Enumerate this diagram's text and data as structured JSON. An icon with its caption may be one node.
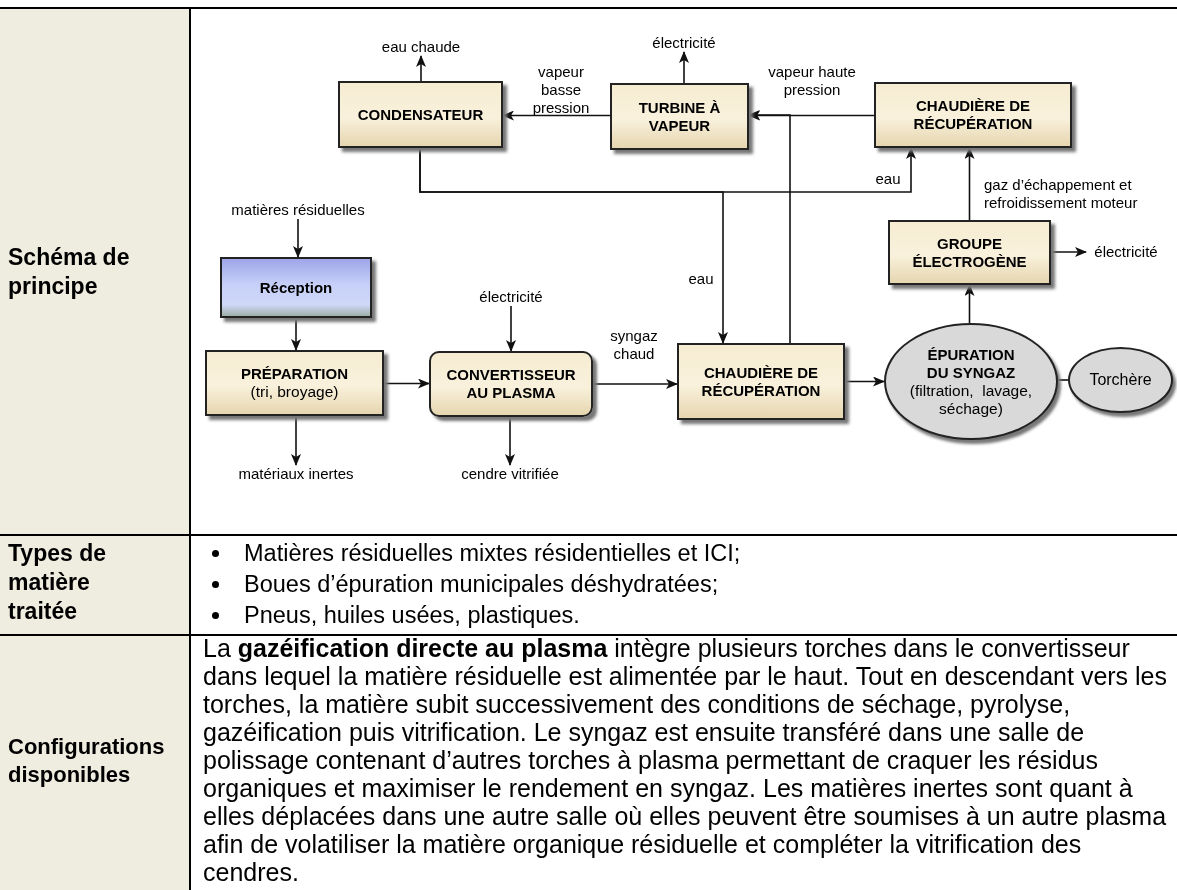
{
  "diagram": {
    "nodes": [
      {
        "text": [
          "CONDENSATEUR"
        ]
      },
      {
        "text": [
          "TURBINE À VAPEUR"
        ]
      },
      {
        "text": [
          "CHAUDIÈRE DE RÉCUPÉRATION"
        ]
      },
      {
        "text": [
          "GROUPE ÉLECTROGÈNE"
        ]
      },
      {
        "text": [
          "Réception"
        ]
      },
      {
        "text": [
          "PRÉPARATION",
          "(tri, broyage)"
        ]
      },
      {
        "text": [
          "CONVERTISSEUR AU PLASMA"
        ]
      },
      {
        "text": [
          "CHAUDIÈRE DE RÉCUPÉRATION"
        ]
      },
      {
        "text": [
          "ÉPURATION DU SYNGAZ",
          "(filtration,  lavage, séchage)"
        ]
      },
      {
        "text": [
          "Torchère"
        ]
      },
      {
        "text": [
          "eau chaude"
        ]
      },
      {
        "text": [
          "électricité"
        ]
      },
      {
        "text": [
          "matières résiduelles"
        ]
      },
      {
        "text": [
          "électricité"
        ]
      },
      {
        "text": [
          "matériaux inertes"
        ]
      },
      {
        "text": [
          "cendre vitrifiée"
        ]
      },
      {
        "text": [
          "électricité"
        ]
      }
    ],
    "edges": [
      {
        "from": 0,
        "to": 10,
        "arrow": "to"
      },
      {
        "from": 1,
        "to": 11,
        "arrow": "to"
      },
      {
        "from": 1,
        "to": 0,
        "arrow": "to",
        "label": "vapeur basse pression"
      },
      {
        "from": 2,
        "to": 1,
        "arrow": "to",
        "label": "vapeur haute pression"
      },
      {
        "from": 7,
        "to": 1,
        "arrow": "to"
      },
      {
        "from": 0,
        "to": 2,
        "arrow": "to",
        "label": "eau"
      },
      {
        "from": 0,
        "to": 7,
        "arrow": "to",
        "label": "eau"
      },
      {
        "from": 3,
        "to": 2,
        "arrow": "to",
        "label": "gaz d’échappement et refroidissement moteur"
      },
      {
        "from": 3,
        "to": 16,
        "arrow": "to"
      },
      {
        "from": 8,
        "to": 3,
        "arrow": "to"
      },
      {
        "from": 12,
        "to": 4,
        "arrow": "to"
      },
      {
        "from": 4,
        "to": 5,
        "arrow": "to"
      },
      {
        "from": 5,
        "to": 6,
        "arrow": "to"
      },
      {
        "from": 13,
        "to": 6,
        "arrow": "to"
      },
      {
        "from": 5,
        "to": 14,
        "arrow": "to"
      },
      {
        "from": 6,
        "to": 15,
        "arrow": "to"
      },
      {
        "from": 6,
        "to": 7,
        "arrow": "to",
        "label": "syngaz chaud"
      },
      {
        "from": 7,
        "to": 8,
        "arrow": "to"
      },
      {
        "from": 8,
        "to": 9,
        "arrow": "none"
      }
    ],
    "labels": [
      "Schéma de principe",
      "Types de matière traitée",
      "Matières résiduelles mixtes résidentielles et ICI;",
      "Boues d’épuration municipales déshydratées;",
      "Pneus, huiles usées, plastiques.",
      "Configurations disponibles",
      "La **gazéification directe au plasma** intègre plusieurs torches dans le convertisseur dans lequel la matière résiduelle est alimentée par le haut. Tout en descendant vers les torches, la matière subit successivement des conditions de séchage, pyrolyse, gazéification puis vitrification. Le syngaz est ensuite transféré dans une salle de polissage contenant d’autres torches à plasma permettant de craquer les résidus organiques et maximiser le rendement en syngaz. Les matières inertes sont quant à elles déplacées dans une autre salle où elles peuvent être soumises à un autre plasma afin de volatiliser la matière organique résiduelle et compléter la vitrification des cendres."
    ]
  }
}
